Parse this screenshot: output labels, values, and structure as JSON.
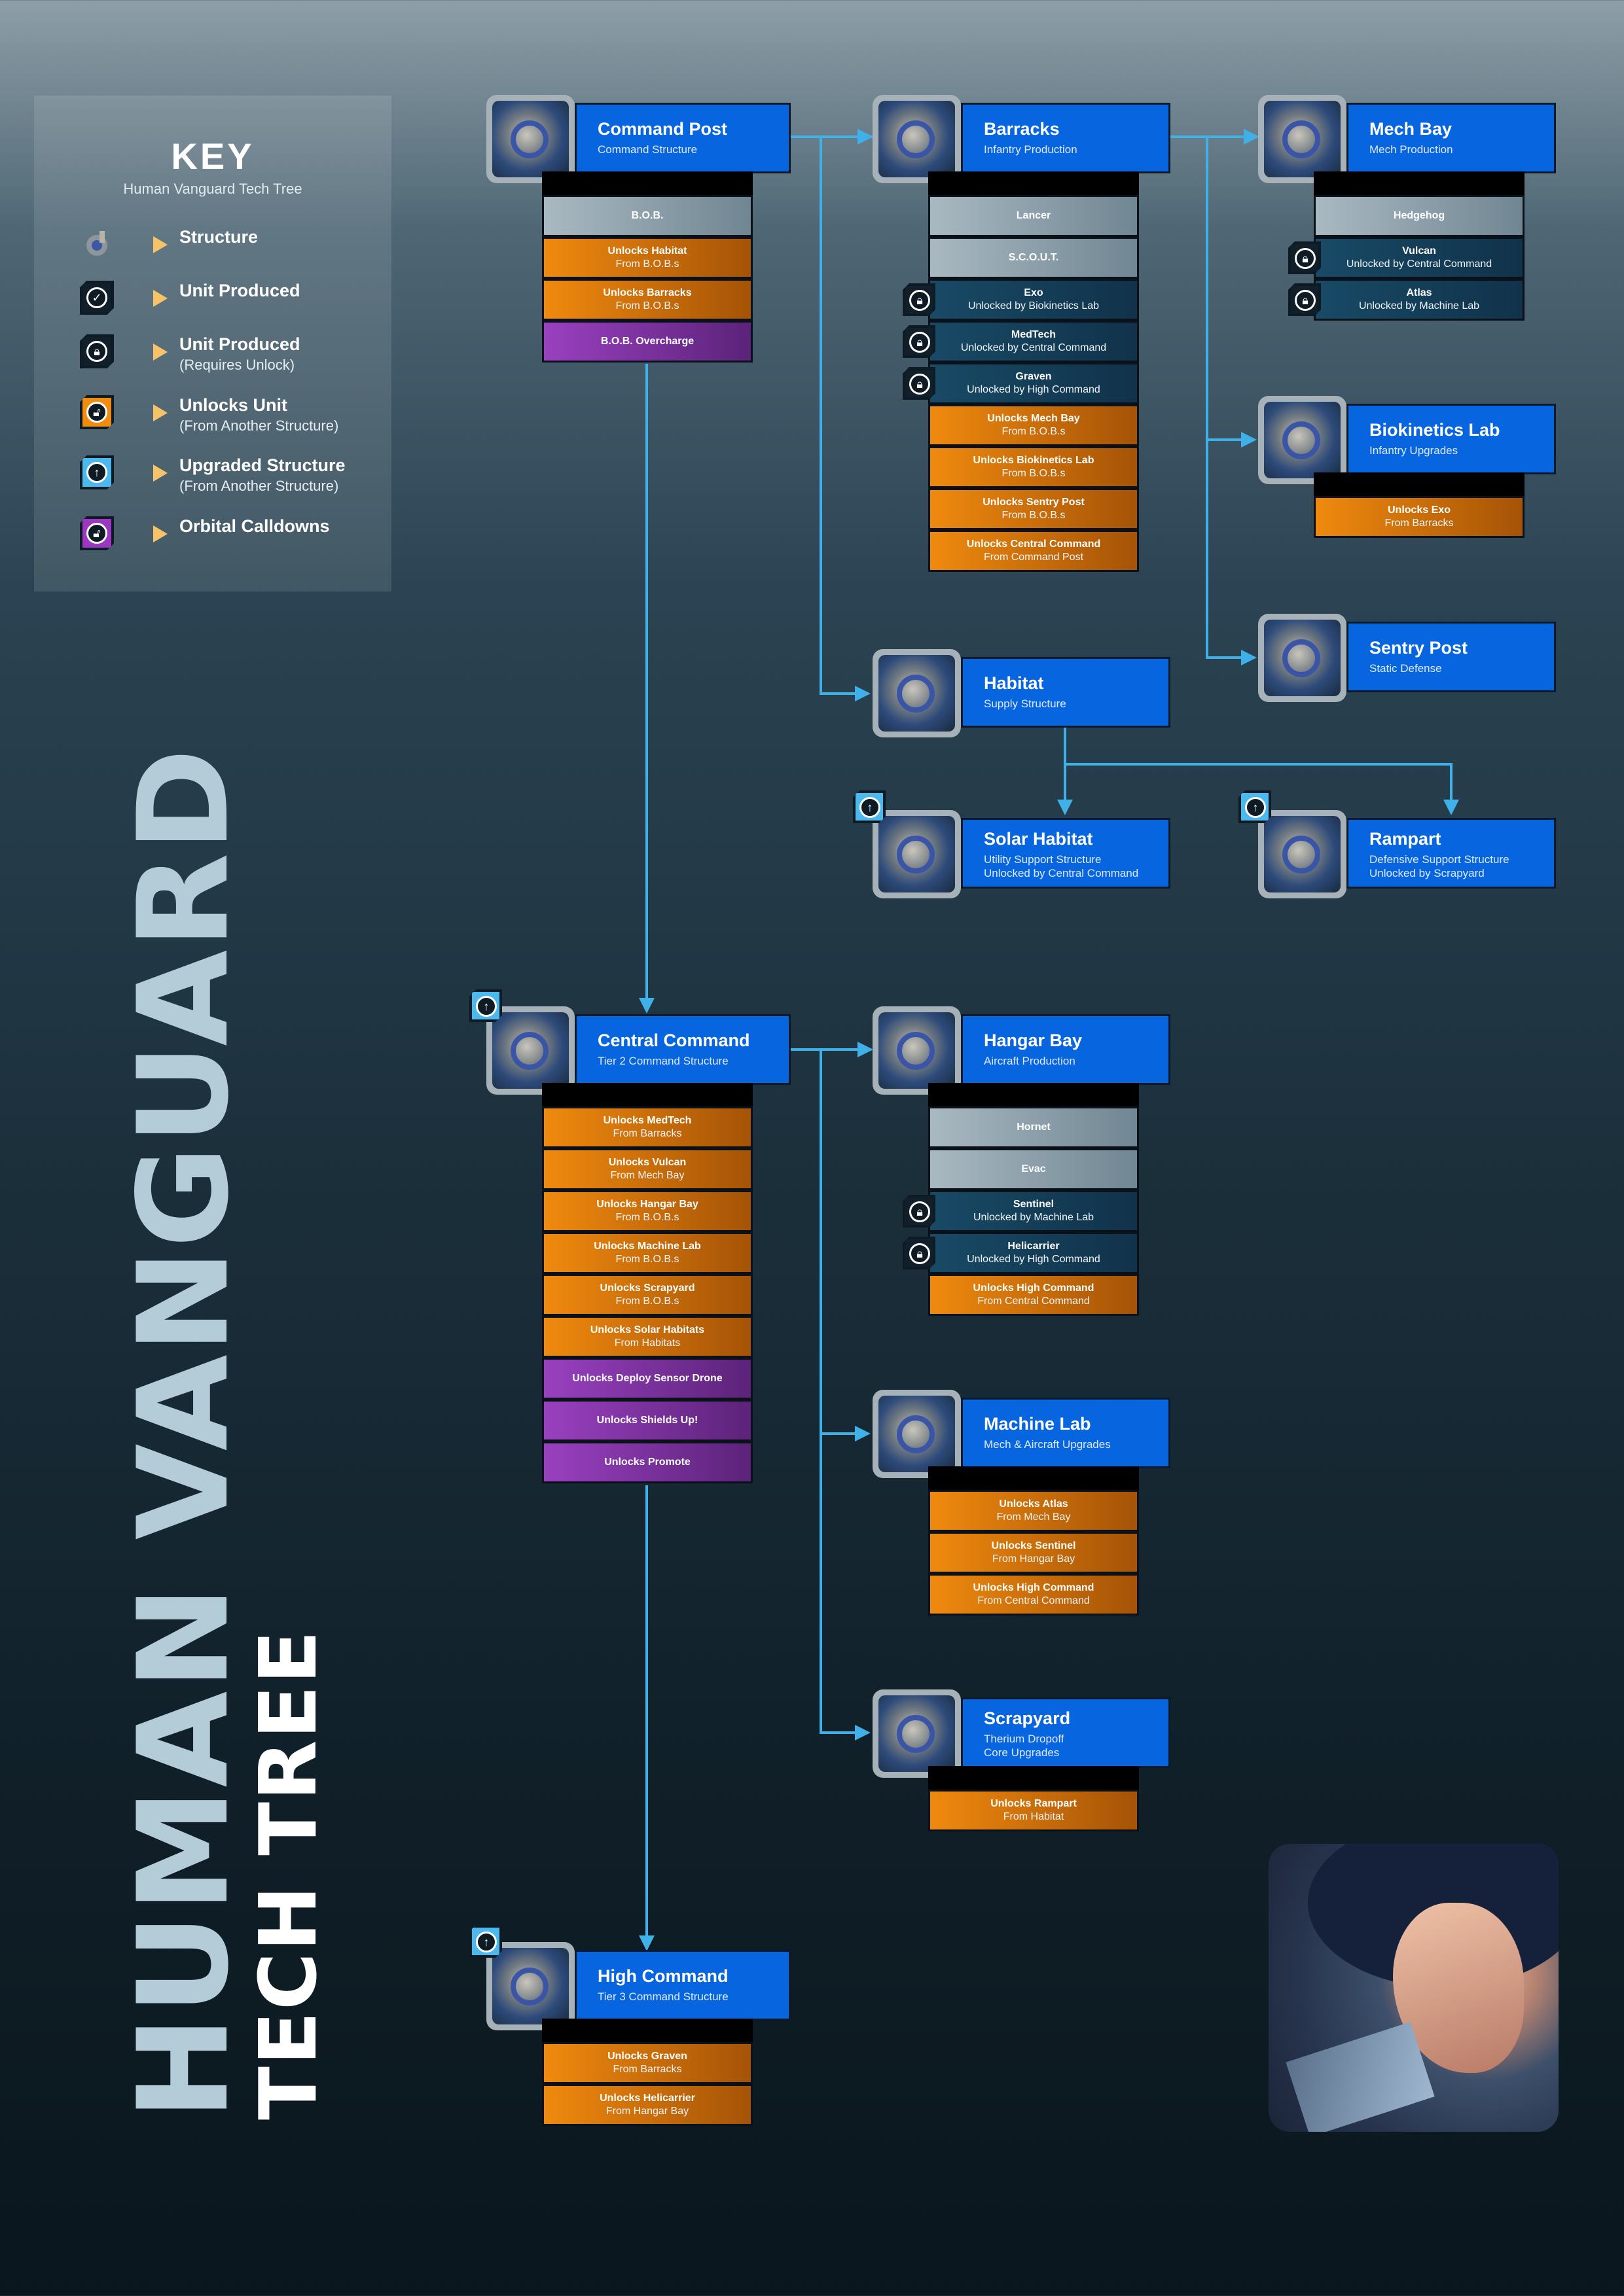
{
  "key": {
    "title": "KEY",
    "subtitle": "Human Vanguard Tech Tree",
    "items": [
      {
        "icon": "structure-icon",
        "label": "Structure",
        "note": ""
      },
      {
        "icon": "check-badge-icon",
        "label": "Unit Produced",
        "note": ""
      },
      {
        "icon": "lock-badge-icon",
        "label": "Unit Produced",
        "note": "(Requires Unlock)"
      },
      {
        "icon": "orange-lock-badge-icon",
        "label": "Unlocks Unit",
        "note": "(From Another Structure)"
      },
      {
        "icon": "upgrade-badge-icon",
        "label": "Upgraded Structure",
        "note": "(From Another Structure)"
      },
      {
        "icon": "orbital-badge-icon",
        "label": "Orbital Calldowns",
        "note": ""
      }
    ]
  },
  "colors": {
    "structure_blue": "#0865e0",
    "unit_grey": "#8fa3ae",
    "locked_blue": "#174661",
    "unlock_orange": "#f08a0e",
    "orbital_purple": "#9a40c0",
    "connector": "#3fb0e8"
  },
  "poster": {
    "title": "HUMAN VANGUARD",
    "subtitle": "TECH TREE"
  },
  "structures": {
    "command_post": {
      "name": "Command Post",
      "type": "Command Structure",
      "rows": [
        {
          "kind": "unit",
          "l1": "B.O.B.",
          "l2": ""
        },
        {
          "kind": "orange",
          "l1": "Unlocks Habitat",
          "l2": "From B.O.B.s"
        },
        {
          "kind": "orange",
          "l1": "Unlocks Barracks",
          "l2": "From B.O.B.s"
        },
        {
          "kind": "purple",
          "l1": "B.O.B. Overcharge",
          "l2": ""
        }
      ]
    },
    "barracks": {
      "name": "Barracks",
      "type": "Infantry Production",
      "rows": [
        {
          "kind": "unit",
          "l1": "Lancer",
          "l2": ""
        },
        {
          "kind": "unit",
          "l1": "S.C.O.U.T.",
          "l2": ""
        },
        {
          "kind": "locked",
          "l1": "Exo",
          "l2": "Unlocked by Biokinetics Lab"
        },
        {
          "kind": "locked",
          "l1": "MedTech",
          "l2": "Unlocked by Central Command"
        },
        {
          "kind": "locked",
          "l1": "Graven",
          "l2": "Unlocked by High Command"
        },
        {
          "kind": "orange",
          "l1": "Unlocks Mech Bay",
          "l2": "From B.O.B.s"
        },
        {
          "kind": "orange",
          "l1": "Unlocks Biokinetics Lab",
          "l2": "From B.O.B.s"
        },
        {
          "kind": "orange",
          "l1": "Unlocks Sentry Post",
          "l2": "From B.O.B.s"
        },
        {
          "kind": "orange",
          "l1": "Unlocks Central Command",
          "l2": "From Command Post"
        }
      ]
    },
    "mech_bay": {
      "name": "Mech Bay",
      "type": "Mech Production",
      "rows": [
        {
          "kind": "unit",
          "l1": "Hedgehog",
          "l2": ""
        },
        {
          "kind": "locked",
          "l1": "Vulcan",
          "l2": "Unlocked by Central Command"
        },
        {
          "kind": "locked",
          "l1": "Atlas",
          "l2": "Unlocked by Machine Lab"
        }
      ]
    },
    "biokinetics_lab": {
      "name": "Biokinetics Lab",
      "type": "Infantry Upgrades",
      "rows": [
        {
          "kind": "orange",
          "l1": "Unlocks Exo",
          "l2": "From Barracks"
        }
      ]
    },
    "sentry_post": {
      "name": "Sentry Post",
      "type": "Static Defense",
      "rows": []
    },
    "habitat": {
      "name": "Habitat",
      "type": "Supply Structure",
      "rows": []
    },
    "solar_habitat": {
      "name": "Solar Habitat",
      "type": "Utility Support Structure\nUnlocked by Central Command",
      "rows": []
    },
    "rampart": {
      "name": "Rampart",
      "type": "Defensive Support Structure\nUnlocked by Scrapyard",
      "rows": []
    },
    "central_command": {
      "name": "Central Command",
      "type": "Tier 2 Command Structure",
      "rows": [
        {
          "kind": "orange",
          "l1": "Unlocks MedTech",
          "l2": "From Barracks"
        },
        {
          "kind": "orange",
          "l1": "Unlocks Vulcan",
          "l2": "From Mech Bay"
        },
        {
          "kind": "orange",
          "l1": "Unlocks Hangar Bay",
          "l2": "From B.O.B.s"
        },
        {
          "kind": "orange",
          "l1": "Unlocks Machine Lab",
          "l2": "From B.O.B.s"
        },
        {
          "kind": "orange",
          "l1": "Unlocks Scrapyard",
          "l2": "From B.O.B.s"
        },
        {
          "kind": "orange",
          "l1": "Unlocks Solar Habitats",
          "l2": "From Habitats"
        },
        {
          "kind": "purple",
          "l1": "Unlocks Deploy Sensor Drone",
          "l2": ""
        },
        {
          "kind": "purple",
          "l1": "Unlocks Shields Up!",
          "l2": ""
        },
        {
          "kind": "purple",
          "l1": "Unlocks Promote",
          "l2": ""
        }
      ]
    },
    "hangar_bay": {
      "name": "Hangar Bay",
      "type": "Aircraft Production",
      "rows": [
        {
          "kind": "unit",
          "l1": "Hornet",
          "l2": ""
        },
        {
          "kind": "unit",
          "l1": "Evac",
          "l2": ""
        },
        {
          "kind": "locked",
          "l1": "Sentinel",
          "l2": "Unlocked by Machine Lab"
        },
        {
          "kind": "locked",
          "l1": "Helicarrier",
          "l2": "Unlocked by High Command"
        },
        {
          "kind": "orange",
          "l1": "Unlocks High Command",
          "l2": "From Central Command"
        }
      ]
    },
    "machine_lab": {
      "name": "Machine Lab",
      "type": "Mech & Aircraft Upgrades",
      "rows": [
        {
          "kind": "orange",
          "l1": "Unlocks Atlas",
          "l2": "From Mech Bay"
        },
        {
          "kind": "orange",
          "l1": "Unlocks Sentinel",
          "l2": "From Hangar Bay"
        },
        {
          "kind": "orange",
          "l1": "Unlocks High Command",
          "l2": "From Central Command"
        }
      ]
    },
    "scrapyard": {
      "name": "Scrapyard",
      "type": "Therium Dropoff\nCore Upgrades",
      "rows": [
        {
          "kind": "orange",
          "l1": "Unlocks Rampart",
          "l2": "From Habitat"
        }
      ]
    },
    "high_command": {
      "name": "High Command",
      "type": "Tier 3 Command Structure",
      "rows": [
        {
          "kind": "orange",
          "l1": "Unlocks Graven",
          "l2": "From Barracks"
        },
        {
          "kind": "orange",
          "l1": "Unlocks Helicarrier",
          "l2": "From Hangar Bay"
        }
      ]
    }
  }
}
